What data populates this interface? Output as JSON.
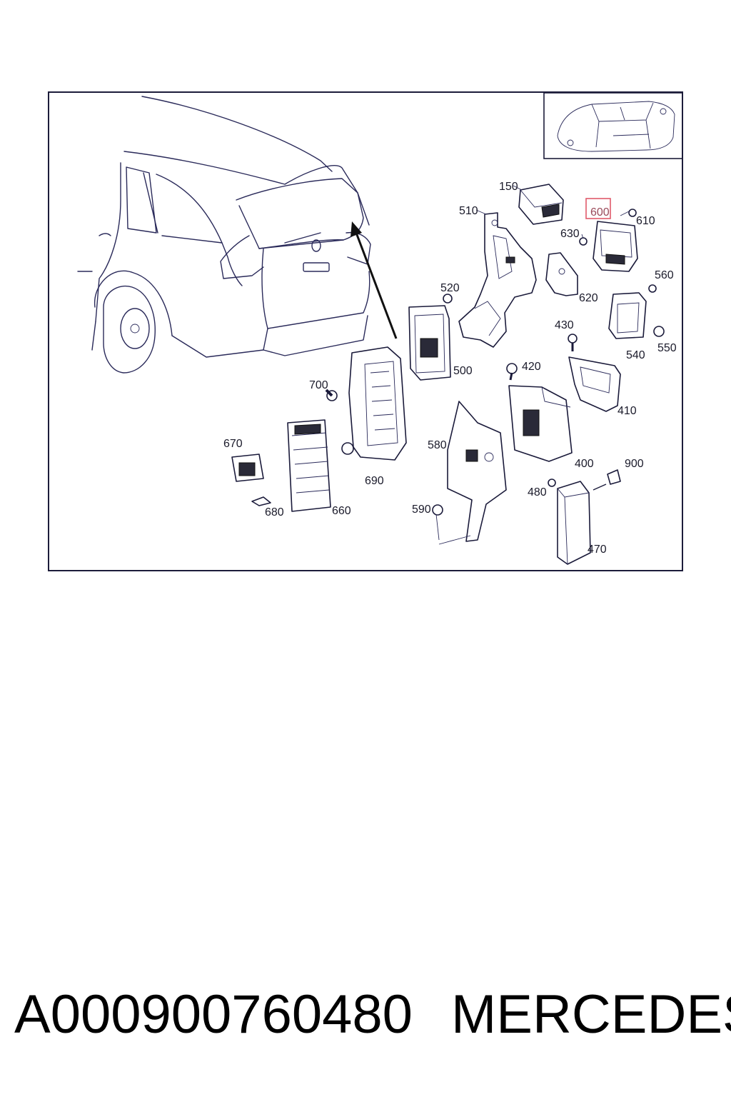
{
  "diagram": {
    "highlighted_label": "600",
    "highlight_color": "#e05a6a",
    "labels": {
      "l150": "150",
      "l510": "510",
      "l600": "600",
      "l610": "610",
      "l630": "630",
      "l560": "560",
      "l520": "520",
      "l620": "620",
      "l430": "430",
      "l540": "540",
      "l550": "550",
      "l500": "500",
      "l420": "420",
      "l700": "700",
      "l410": "410",
      "l670": "670",
      "l580": "580",
      "l400": "400",
      "l900": "900",
      "l690": "690",
      "l480": "480",
      "l680": "680",
      "l660": "660",
      "l590": "590",
      "l470": "470"
    }
  },
  "footer": {
    "part_number": "A000900760480",
    "brand": "MERCEDES"
  }
}
